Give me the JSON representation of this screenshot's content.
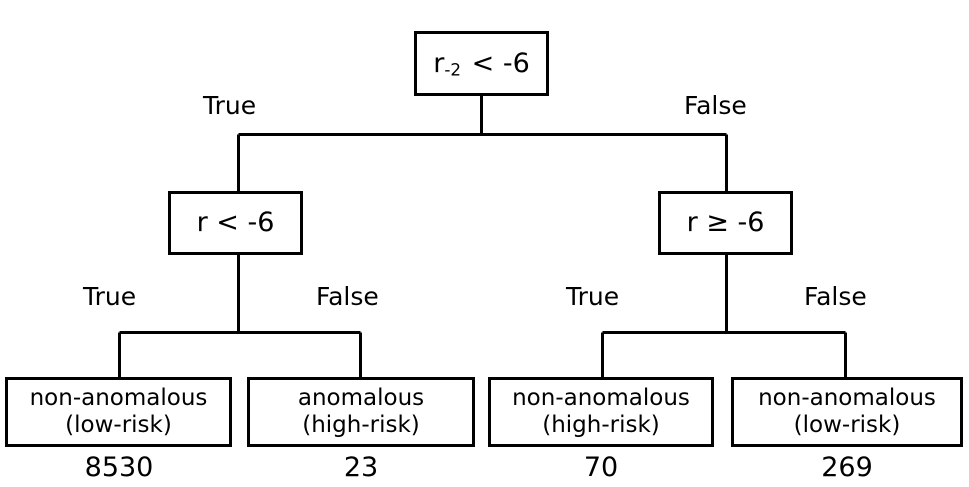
{
  "diagram": {
    "type": "decision-tree",
    "title": "",
    "colors": {
      "stroke": "#000000",
      "fill": "#ffffff",
      "text": "#000000"
    },
    "root": {
      "variable": "r",
      "subscript": "-2",
      "operator": "<",
      "threshold": "-6",
      "label_plain": "r-2 < -6"
    },
    "level2": {
      "left": {
        "variable": "r",
        "operator": "<",
        "threshold": "-6",
        "label_plain": "r < -6"
      },
      "right": {
        "variable": "r",
        "operator": "≥",
        "threshold": "-6",
        "label_plain": "r ≥ -6"
      }
    },
    "branch_labels": {
      "root_true": "True",
      "root_false": "False",
      "left_true": "True",
      "left_false": "False",
      "right_true": "True",
      "right_false": "False"
    },
    "leaves": [
      {
        "line1": "non-anomalous",
        "line2": "(low-risk)",
        "count": "8530"
      },
      {
        "line1": "anomalous",
        "line2": "(high-risk)",
        "count": "23"
      },
      {
        "line1": "non-anomalous",
        "line2": "(high-risk)",
        "count": "70"
      },
      {
        "line1": "non-anomalous",
        "line2": "(low-risk)",
        "count": "269"
      }
    ]
  }
}
